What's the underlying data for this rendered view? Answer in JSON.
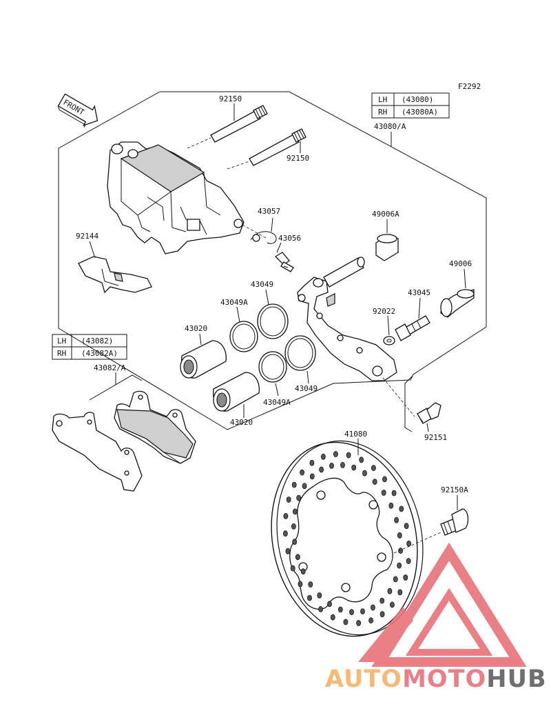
{
  "figure_code": "F2292",
  "front_badge": "FRONT",
  "tables": {
    "caliper": {
      "rows": [
        {
          "side": "LH",
          "part": "(43080)"
        },
        {
          "side": "RH",
          "part": "(43080A)"
        }
      ]
    },
    "pads": {
      "rows": [
        {
          "side": "LH",
          "part": "(43082)"
        },
        {
          "side": "RH",
          "part": "(43082A)"
        }
      ]
    }
  },
  "callouts": {
    "assembly": "43080/A",
    "pin_top": "92150",
    "pin_lower": "92150",
    "spring_clip": "43057",
    "bleeder": "43056",
    "pad_spring": "92144",
    "boot": "49006A",
    "boot_right": "49006",
    "slide_pin": "43045",
    "washer": "92022",
    "seal_upper": "43049",
    "seal_upper_a": "43049A",
    "piston_upper": "43020",
    "seal_lower": "43049",
    "seal_lower_a": "43049A",
    "piston_lower": "43020",
    "pad_set": "43082/A",
    "bracket_bolt": "92151",
    "disc": "41080",
    "disc_bolt": "92150A"
  },
  "watermark": {
    "auto": "AUTO",
    "moto": "MOTO",
    "hub": "HUB"
  },
  "colors": {
    "line": "#111111",
    "watermark_red": "#e8737a",
    "watermark_orange": "#f7b26a",
    "watermark_gray": "#606060"
  }
}
